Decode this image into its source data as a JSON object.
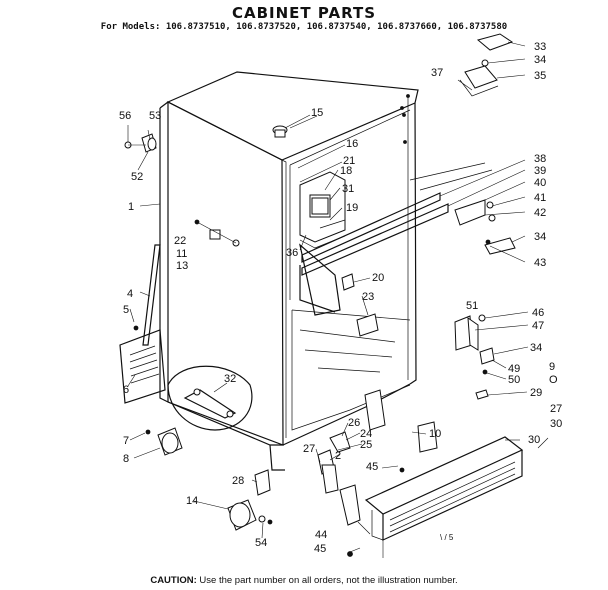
{
  "header": {
    "title": "CABINET PARTS",
    "models": "For Models: 106.8737510, 106.8737520, 106.8737540, 106.8737660, 106.8737580"
  },
  "footer": {
    "caution_prefix": "CAUTION:",
    "caution_text": "Use the part number on all orders, not the illustration number."
  },
  "callouts": {
    "c1": "1",
    "c2": "2",
    "c4": "4",
    "c5": "5",
    "c6": "6",
    "c7": "7",
    "c8": "8",
    "c10": "10",
    "c11": "11",
    "c13": "13",
    "c14": "14",
    "c15": "15",
    "c16": "16",
    "c18": "18",
    "c19": "19",
    "c20": "20",
    "c21": "21",
    "c22": "22",
    "c23": "23",
    "c24": "24",
    "c25": "25",
    "c26": "26",
    "c27a": "27",
    "c27b": "27",
    "c28": "28",
    "c29": "29",
    "c30a": "30",
    "c30b": "30",
    "c31": "31",
    "c32": "32",
    "c33": "33",
    "c34a": "34",
    "c34b": "34",
    "c34c": "34",
    "c35": "35",
    "c36": "36",
    "c37": "37",
    "c38": "38",
    "c39": "39",
    "c40": "40",
    "c41": "41",
    "c42": "42",
    "c43": "43",
    "c44": "44",
    "c45a": "45",
    "c45b": "45",
    "c46": "46",
    "c47": "47",
    "c49": "49",
    "c50": "50",
    "c51": "51",
    "c52": "52",
    "c53": "53",
    "c54": "54",
    "c56": "56",
    "stray_9": "9",
    "stray_o": "O"
  },
  "corner_mark": "\\ / 5"
}
